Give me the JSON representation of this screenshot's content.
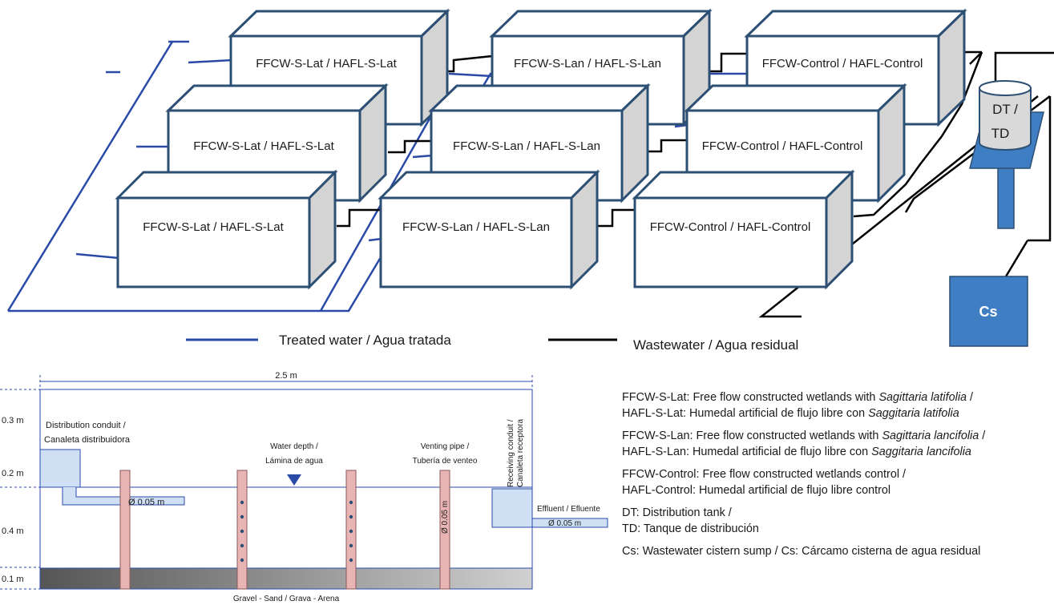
{
  "boxes": {
    "b1": "FFCW-S-Lat / HAFL-S-Lat",
    "b2": "FFCW-S-Lan / HAFL-S-Lan",
    "b3": "FFCW-Control / HAFL-Control",
    "b4": "FFCW-S-Lat / HAFL-S-Lat",
    "b5": "FFCW-S-Lan / HAFL-S-Lan",
    "b6": "FFCW-Control / HAFL-Control",
    "b7": "FFCW-S-Lat / HAFL-S-Lat",
    "b8": "FFCW-S-Lan / HAFL-S-Lan",
    "b9": "FFCW-Control / HAFL-Control"
  },
  "tank": {
    "line1": "DT /",
    "line2": "TD"
  },
  "sump": {
    "label": "Cs"
  },
  "legend": {
    "treated": "Treated water / Agua tratada",
    "wastewater": "Wastewater / Agua residual"
  },
  "colors": {
    "treated_water": "#2a4aa8",
    "wastewater": "#000000",
    "box_border": "#2c4f73",
    "box_side": "#d4d4d4",
    "dt_blue": "#3f7ec2"
  },
  "section": {
    "width_label": "2.5 m",
    "dims": [
      "0.3 m",
      "0.2 m",
      "0.4 m",
      "0.1 m"
    ],
    "distribution": [
      "Distribution conduit /",
      "Canaleta distribuidora"
    ],
    "water": [
      "Water depth /",
      "Lámina de agua"
    ],
    "venting": [
      "Venting pipe /",
      "Tubería de venteo"
    ],
    "receiving": [
      "Receiving conduit /",
      "Canaleta receptora"
    ],
    "effluent": "Effluent / Efluente",
    "pipe_in": "Ø 0.05 m",
    "pipe_vent": "Ø 0.05 m",
    "pipe_out": "Ø 0.05 m",
    "gravel": "Gravel - Sand / Grava - Arena"
  },
  "notes": {
    "n1a_pre": "FFCW-S-Lat: Free flow constructed wetlands with ",
    "n1a_it": "Sagittaria latifolia",
    "n1a_post": " /",
    "n1b_pre": "HAFL-S-Lat: Humedal artificial de flujo libre con ",
    "n1b_it": "Saggitaria latifolia",
    "n2a_pre": "FFCW-S-Lan: Free flow constructed wetlands with ",
    "n2a_it": "Sagittaria lancifolia",
    "n2a_post": " /",
    "n2b_pre": "HAFL-S-Lan: Humedal artificial de flujo libre con ",
    "n2b_it": "Saggitaria lancifolia",
    "n3a": "FFCW-Control: Free flow constructed wetlands control /",
    "n3b": "HAFL-Control: Humedal artificial de flujo libre control",
    "n4a": "DT: Distribution tank /",
    "n4b": "TD: Tanque de distribución",
    "n5": "Cs: Wastewater cistern sump / Cs: Cárcamo cisterna de agua residual"
  }
}
